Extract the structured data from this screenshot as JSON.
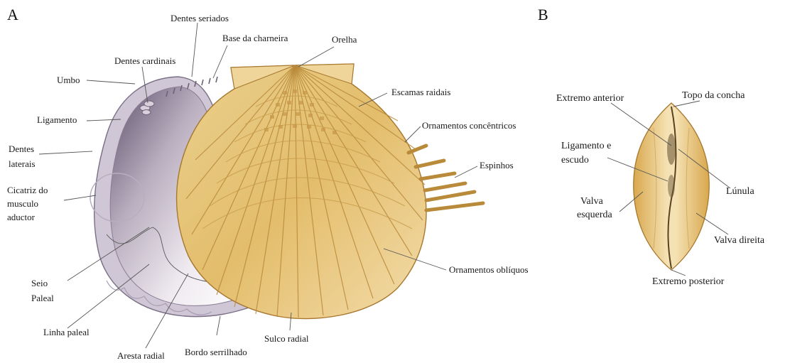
{
  "panels": {
    "a": "A",
    "b": "B"
  },
  "labels_a": {
    "dentes_seriados": "Dentes seriados",
    "base_charneira": "Base da charneira",
    "orelha": "Orelha",
    "dentes_cardinais": "Dentes cardinais",
    "umbo": "Umbo",
    "escamas_raidais": "Escamas raidais",
    "ligamento": "Ligamento",
    "ornamentos_concentricos": "Ornamentos concêntricos",
    "dentes_laterais_1": "Dentes",
    "dentes_laterais_2": "laterais",
    "espinhos": "Espinhos",
    "cicatriz_1": "Cicatriz do",
    "cicatriz_2": "musculo",
    "cicatriz_3": "aductor",
    "ornamentos_obliquos": "Ornamentos oblíquos",
    "seio_1": "Seio",
    "seio_2": "Paleal",
    "linha_paleal": "Linha paleal",
    "sulco_radial": "Sulco radial",
    "bordo_serrilhado": "Bordo serrilhado",
    "aresta_radial": "Aresta radial"
  },
  "labels_b": {
    "topo_concha": "Topo da concha",
    "extremo_anterior": "Extremo anterior",
    "ligamento_1": "Ligamento e",
    "ligamento_2": "escudo",
    "lunula": "Lúnula",
    "valva_esquerda_1": "Valva",
    "valva_esquerda_2": "esquerda",
    "valva_direita": "Valva direita",
    "extremo_posterior": "Extremo posterior"
  },
  "colors": {
    "shell_gold": "#e2bc6c",
    "shell_light": "#f1d9a0",
    "inner_purple": "#8a7c96",
    "inner_white": "#f4f0f4"
  }
}
